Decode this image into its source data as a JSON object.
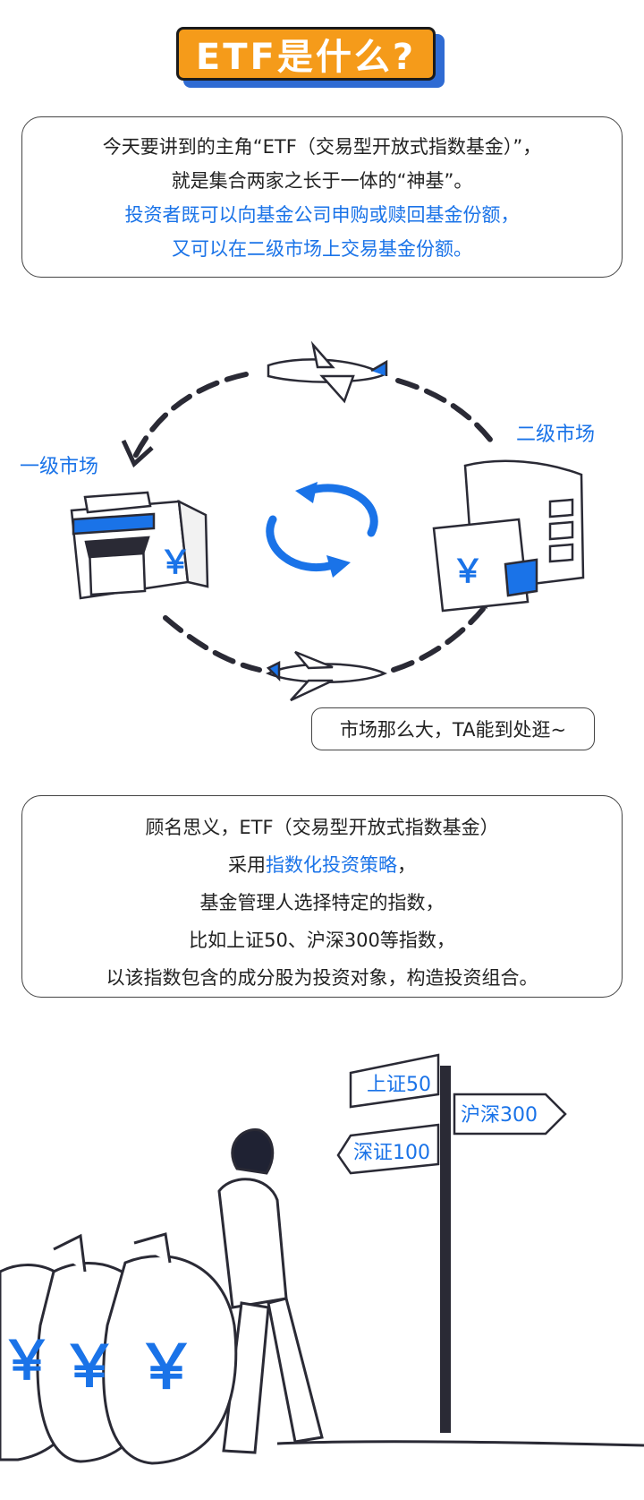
{
  "title": "ETF是什么?",
  "intro": {
    "line1": "今天要讲到的主角“ETF（交易型开放式指数基金）”，",
    "line2": "就是集合两家之长于一体的“神基”。",
    "line3": "投资者既可以向基金公司申购或赎回基金份额，",
    "line4": "又可以在二级市场上交易基金份额。"
  },
  "diagram": {
    "primary_market": "一级市场",
    "secondary_market": "二级市场",
    "callout": "市场那么大，TA能到处逛~",
    "yuan_symbol": "￥"
  },
  "explain": {
    "line1": "顾名思义，ETF（交易型开放式指数基金）",
    "line2_prefix": "采用",
    "line2_highlight": "指数化投资策略",
    "line2_suffix": "，",
    "line3": "基金管理人选择特定的指数，",
    "line4": "比如上证50、沪深300等指数，",
    "line5": "以该指数包含的成分股为投资对象，构造投资组合。"
  },
  "signpost": {
    "sign1": "上证50",
    "sign2": "沪深300",
    "sign3": "深证100"
  },
  "colors": {
    "accent": "#1a73e8",
    "badge_orange": "#f59b1a",
    "badge_shadow": "#2f6bd3"
  }
}
